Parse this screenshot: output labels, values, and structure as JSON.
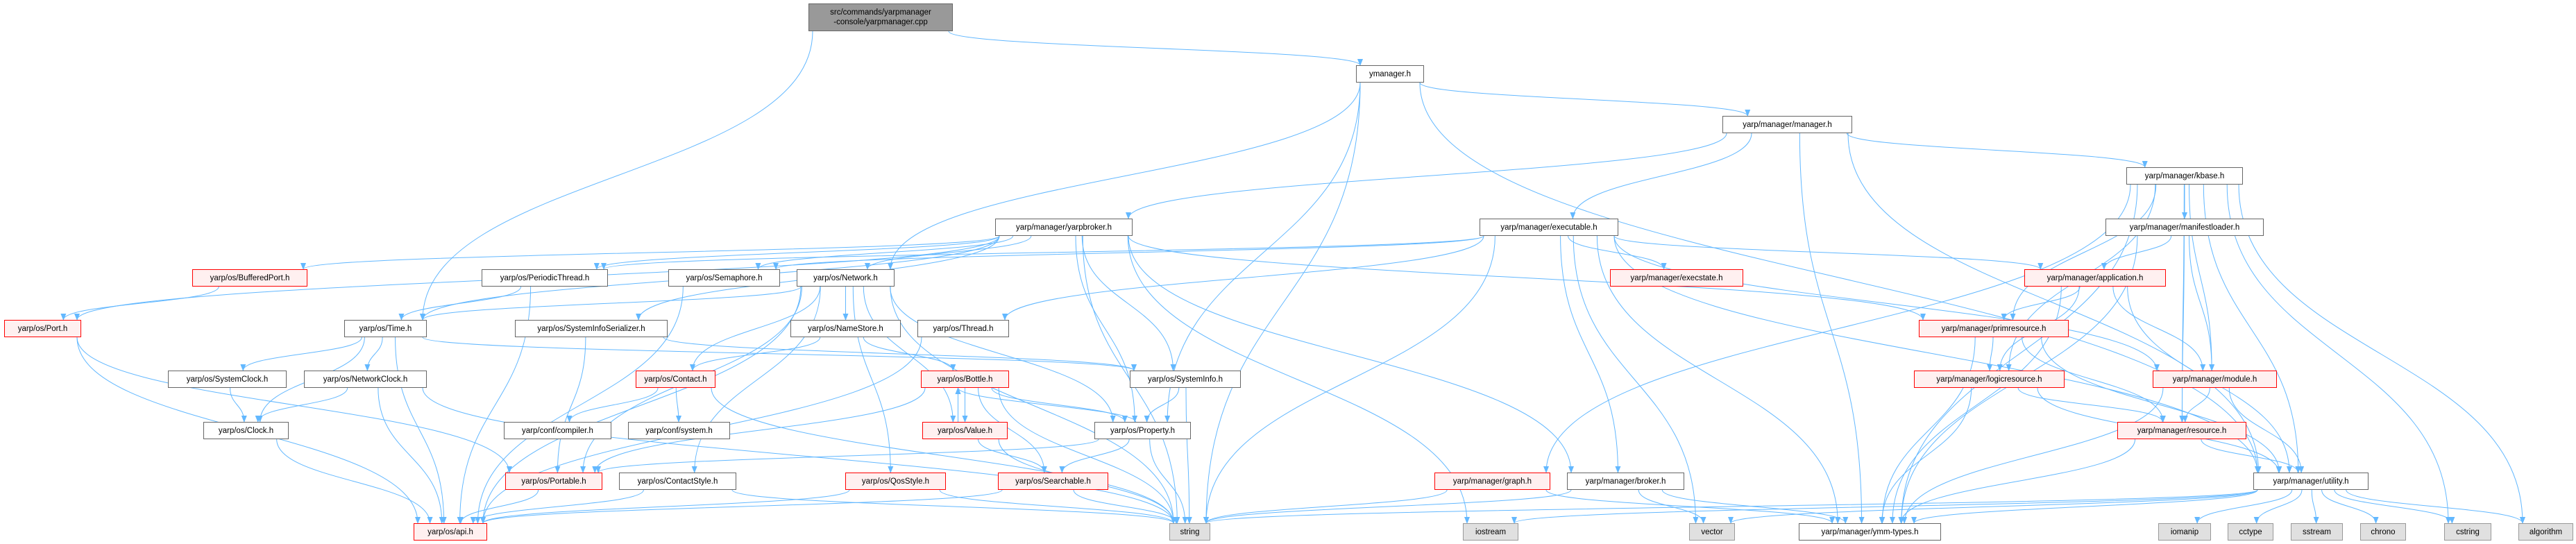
{
  "colors": {
    "edge": "#63b8ff",
    "normal_border": "#666666",
    "red_border": "#ff0000",
    "red_fill": "#fff0f0",
    "leaf_fill": "#e0e0e0",
    "root_fill": "#999999"
  },
  "root": {
    "line1": "src/commands/yarpmanager",
    "line2": "-console/yarpmanager.cpp"
  },
  "nodes": [
    {
      "id": "ymanager",
      "label": "ymanager.h",
      "style": "normal"
    },
    {
      "id": "manager",
      "label": "yarp/manager/manager.h",
      "style": "normal"
    },
    {
      "id": "kbase",
      "label": "yarp/manager/kbase.h",
      "style": "normal"
    },
    {
      "id": "yarpbroker",
      "label": "yarp/manager/yarpbroker.h",
      "style": "normal"
    },
    {
      "id": "executable",
      "label": "yarp/manager/executable.h",
      "style": "normal"
    },
    {
      "id": "manifestloader",
      "label": "yarp/manager/manifestloader.h",
      "style": "normal"
    },
    {
      "id": "bufferedport",
      "label": "yarp/os/BufferedPort.h",
      "style": "red"
    },
    {
      "id": "periodicthread",
      "label": "yarp/os/PeriodicThread.h",
      "style": "normal"
    },
    {
      "id": "semaphore",
      "label": "yarp/os/Semaphore.h",
      "style": "normal"
    },
    {
      "id": "network",
      "label": "yarp/os/Network.h",
      "style": "normal"
    },
    {
      "id": "execstate",
      "label": "yarp/manager/execstate.h",
      "style": "red"
    },
    {
      "id": "application",
      "label": "yarp/manager/application.h",
      "style": "red"
    },
    {
      "id": "port",
      "label": "yarp/os/Port.h",
      "style": "red"
    },
    {
      "id": "time",
      "label": "yarp/os/Time.h",
      "style": "normal"
    },
    {
      "id": "sysinfoser",
      "label": "yarp/os/SystemInfoSerializer.h",
      "style": "normal"
    },
    {
      "id": "namestore",
      "label": "yarp/os/NameStore.h",
      "style": "normal"
    },
    {
      "id": "thread",
      "label": "yarp/os/Thread.h",
      "style": "normal"
    },
    {
      "id": "primresource",
      "label": "yarp/manager/primresource.h",
      "style": "red"
    },
    {
      "id": "systemclock",
      "label": "yarp/os/SystemClock.h",
      "style": "normal"
    },
    {
      "id": "networkclock",
      "label": "yarp/os/NetworkClock.h",
      "style": "normal"
    },
    {
      "id": "contact",
      "label": "yarp/os/Contact.h",
      "style": "red"
    },
    {
      "id": "bottle",
      "label": "yarp/os/Bottle.h",
      "style": "red"
    },
    {
      "id": "systeminfo",
      "label": "yarp/os/SystemInfo.h",
      "style": "normal"
    },
    {
      "id": "logicresource",
      "label": "yarp/manager/logicresource.h",
      "style": "red"
    },
    {
      "id": "module",
      "label": "yarp/manager/module.h",
      "style": "red"
    },
    {
      "id": "clock",
      "label": "yarp/os/Clock.h",
      "style": "normal"
    },
    {
      "id": "compiler",
      "label": "yarp/conf/compiler.h",
      "style": "normal"
    },
    {
      "id": "system",
      "label": "yarp/conf/system.h",
      "style": "normal"
    },
    {
      "id": "value",
      "label": "yarp/os/Value.h",
      "style": "red"
    },
    {
      "id": "property",
      "label": "yarp/os/Property.h",
      "style": "normal"
    },
    {
      "id": "resource",
      "label": "yarp/manager/resource.h",
      "style": "red"
    },
    {
      "id": "portable",
      "label": "yarp/os/Portable.h",
      "style": "red"
    },
    {
      "id": "contactstyle",
      "label": "yarp/os/ContactStyle.h",
      "style": "normal"
    },
    {
      "id": "qosstyle",
      "label": "yarp/os/QosStyle.h",
      "style": "red"
    },
    {
      "id": "searchable",
      "label": "yarp/os/Searchable.h",
      "style": "red"
    },
    {
      "id": "graph",
      "label": "yarp/manager/graph.h",
      "style": "red"
    },
    {
      "id": "broker",
      "label": "yarp/manager/broker.h",
      "style": "normal"
    },
    {
      "id": "utility",
      "label": "yarp/manager/utility.h",
      "style": "normal"
    },
    {
      "id": "api",
      "label": "yarp/os/api.h",
      "style": "red"
    },
    {
      "id": "string",
      "label": "string",
      "style": "leaf"
    },
    {
      "id": "iostream",
      "label": "iostream",
      "style": "leaf"
    },
    {
      "id": "vector",
      "label": "vector",
      "style": "leaf"
    },
    {
      "id": "ymmtypes",
      "label": "yarp/manager/ymm-types.h",
      "style": "normal"
    },
    {
      "id": "iomanip",
      "label": "iomanip",
      "style": "leaf"
    },
    {
      "id": "cctype",
      "label": "cctype",
      "style": "leaf"
    },
    {
      "id": "sstream",
      "label": "sstream",
      "style": "leaf"
    },
    {
      "id": "chrono",
      "label": "chrono",
      "style": "leaf"
    },
    {
      "id": "cstring",
      "label": "cstring",
      "style": "leaf"
    },
    {
      "id": "algorithm",
      "label": "algorithm",
      "style": "leaf"
    }
  ],
  "edges": [
    [
      "root",
      "ymanager"
    ],
    [
      "root",
      "time"
    ],
    [
      "ymanager",
      "network"
    ],
    [
      "ymanager",
      "manager"
    ],
    [
      "ymanager",
      "utility"
    ],
    [
      "ymanager",
      "string"
    ],
    [
      "ymanager",
      "property"
    ],
    [
      "manager",
      "yarpbroker"
    ],
    [
      "manager",
      "executable"
    ],
    [
      "manager",
      "kbase"
    ],
    [
      "manager",
      "ymmtypes"
    ],
    [
      "manager",
      "utility"
    ],
    [
      "yarpbroker",
      "port"
    ],
    [
      "yarpbroker",
      "bufferedport"
    ],
    [
      "yarpbroker",
      "periodicthread"
    ],
    [
      "yarpbroker",
      "semaphore"
    ],
    [
      "yarpbroker",
      "network"
    ],
    [
      "yarpbroker",
      "time"
    ],
    [
      "yarpbroker",
      "sysinfoser"
    ],
    [
      "yarpbroker",
      "systeminfo"
    ],
    [
      "yarpbroker",
      "property"
    ],
    [
      "yarpbroker",
      "string"
    ],
    [
      "yarpbroker",
      "iostream"
    ],
    [
      "yarpbroker",
      "broker"
    ],
    [
      "yarpbroker",
      "primresource"
    ],
    [
      "executable",
      "periodicthread"
    ],
    [
      "executable",
      "semaphore"
    ],
    [
      "executable",
      "thread"
    ],
    [
      "executable",
      "execstate"
    ],
    [
      "executable",
      "string"
    ],
    [
      "executable",
      "broker"
    ],
    [
      "executable",
      "vector"
    ],
    [
      "executable",
      "ymmtypes"
    ],
    [
      "executable",
      "application"
    ],
    [
      "executable",
      "module"
    ],
    [
      "executable",
      "utility"
    ],
    [
      "kbase",
      "manifestloader"
    ],
    [
      "kbase",
      "graph"
    ],
    [
      "kbase",
      "logicresource"
    ],
    [
      "kbase",
      "primresource"
    ],
    [
      "kbase",
      "module"
    ],
    [
      "kbase",
      "resource"
    ],
    [
      "kbase",
      "utility"
    ],
    [
      "kbase",
      "ymmtypes"
    ],
    [
      "kbase",
      "cstring"
    ],
    [
      "kbase",
      "algorithm"
    ],
    [
      "manifestloader",
      "application"
    ],
    [
      "manifestloader",
      "module"
    ],
    [
      "manifestloader",
      "resource"
    ],
    [
      "manifestloader",
      "ymmtypes"
    ],
    [
      "application",
      "primresource"
    ],
    [
      "application",
      "logicresource"
    ],
    [
      "application",
      "module"
    ],
    [
      "application",
      "utility"
    ],
    [
      "application",
      "ymmtypes"
    ],
    [
      "primresource",
      "logicresource"
    ],
    [
      "primresource",
      "resource"
    ],
    [
      "primresource",
      "utility"
    ],
    [
      "primresource",
      "ymmtypes"
    ],
    [
      "logicresource",
      "resource"
    ],
    [
      "logicresource",
      "utility"
    ],
    [
      "logicresource",
      "ymmtypes"
    ],
    [
      "module",
      "resource"
    ],
    [
      "module",
      "utility"
    ],
    [
      "module",
      "ymmtypes"
    ],
    [
      "resource",
      "utility"
    ],
    [
      "resource",
      "ymmtypes"
    ],
    [
      "utility",
      "ymmtypes"
    ],
    [
      "utility",
      "string"
    ],
    [
      "utility",
      "iostream"
    ],
    [
      "utility",
      "vector"
    ],
    [
      "utility",
      "iomanip"
    ],
    [
      "utility",
      "cctype"
    ],
    [
      "utility",
      "sstream"
    ],
    [
      "utility",
      "chrono"
    ],
    [
      "utility",
      "cstring"
    ],
    [
      "utility",
      "algorithm"
    ],
    [
      "broker",
      "string"
    ],
    [
      "broker",
      "vector"
    ],
    [
      "broker",
      "ymmtypes"
    ],
    [
      "graph",
      "string"
    ],
    [
      "graph",
      "ymmtypes"
    ],
    [
      "bufferedport",
      "port"
    ],
    [
      "port",
      "api"
    ],
    [
      "port",
      "portable"
    ],
    [
      "periodicthread",
      "time"
    ],
    [
      "periodicthread",
      "api"
    ],
    [
      "semaphore",
      "api"
    ],
    [
      "network",
      "time"
    ],
    [
      "network",
      "portable"
    ],
    [
      "network",
      "contact"
    ],
    [
      "network",
      "namestore"
    ],
    [
      "network",
      "contactstyle"
    ],
    [
      "network",
      "value"
    ],
    [
      "network",
      "property"
    ],
    [
      "network",
      "string"
    ],
    [
      "network",
      "qosstyle"
    ],
    [
      "network",
      "api"
    ],
    [
      "time",
      "systemclock"
    ],
    [
      "time",
      "networkclock"
    ],
    [
      "time",
      "clock"
    ],
    [
      "time",
      "systeminfo"
    ],
    [
      "time",
      "api"
    ],
    [
      "sysinfoser",
      "systeminfo"
    ],
    [
      "sysinfoser",
      "portable"
    ],
    [
      "namestore",
      "contact"
    ],
    [
      "namestore",
      "bottle"
    ],
    [
      "thread",
      "api"
    ],
    [
      "systemclock",
      "clock"
    ],
    [
      "networkclock",
      "clock"
    ],
    [
      "networkclock",
      "api"
    ],
    [
      "networkclock",
      "string"
    ],
    [
      "contact",
      "compiler"
    ],
    [
      "contact",
      "system"
    ],
    [
      "contact",
      "string"
    ],
    [
      "clock",
      "api"
    ],
    [
      "bottle",
      "value"
    ],
    [
      "bottle",
      "property"
    ],
    [
      "bottle",
      "searchable"
    ],
    [
      "bottle",
      "string"
    ],
    [
      "bottle",
      "portable"
    ],
    [
      "value",
      "bottle"
    ],
    [
      "value",
      "searchable"
    ],
    [
      "value",
      "string"
    ],
    [
      "property",
      "bottle"
    ],
    [
      "property",
      "searchable"
    ],
    [
      "property",
      "string"
    ],
    [
      "property",
      "portable"
    ],
    [
      "systeminfo",
      "property"
    ],
    [
      "systeminfo",
      "string"
    ],
    [
      "portable",
      "api"
    ],
    [
      "contactstyle",
      "api"
    ],
    [
      "contactstyle",
      "string"
    ],
    [
      "qosstyle",
      "api"
    ],
    [
      "qosstyle",
      "string"
    ],
    [
      "searchable",
      "string"
    ],
    [
      "searchable",
      "api"
    ]
  ]
}
